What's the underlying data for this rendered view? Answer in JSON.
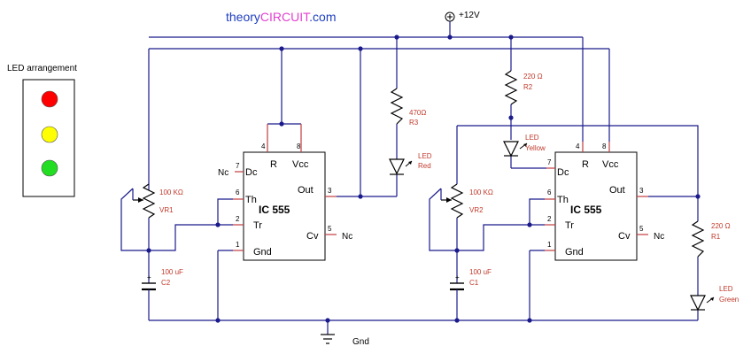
{
  "title": {
    "prefix": "theory",
    "highlight": "CIRCUIT",
    "suffix": ".com"
  },
  "supply_label": "+12V",
  "ground_label": "Gnd",
  "legend": {
    "title": "LED arrangement",
    "lights": [
      {
        "name": "red",
        "color": "#ff0000"
      },
      {
        "name": "yellow",
        "color": "#ffff00"
      },
      {
        "name": "green",
        "color": "#22dd22"
      }
    ]
  },
  "ic_left": {
    "name": "IC 555",
    "pins": {
      "reset": "R",
      "vcc": "Vcc",
      "dc": "Dc",
      "th": "Th",
      "tr": "Tr",
      "out": "Out",
      "cv": "Cv",
      "gnd": "Gnd"
    },
    "pin_numbers": {
      "n4": "4",
      "n8": "8",
      "n7": "7",
      "n6": "6",
      "n2": "2",
      "n1": "1",
      "n3": "3",
      "n5": "5"
    },
    "nc_dc": "Nc",
    "nc_cv": "Nc"
  },
  "ic_right": {
    "name": "IC 555",
    "pins": {
      "reset": "R",
      "vcc": "Vcc",
      "dc": "Dc",
      "th": "Th",
      "tr": "Tr",
      "out": "Out",
      "cv": "Cv",
      "gnd": "Gnd"
    },
    "pin_numbers": {
      "n4": "4",
      "n8": "8",
      "n7": "7",
      "n6": "6",
      "n2": "2",
      "n1": "1",
      "n3": "3",
      "n5": "5"
    },
    "nc_cv": "Nc"
  },
  "components": {
    "vr1": {
      "value": "100 KΩ",
      "ref": "VR1"
    },
    "c2": {
      "value": "100 uF",
      "ref": "C2"
    },
    "r3": {
      "value": "470Ω",
      "ref": "R3"
    },
    "led_red": {
      "value": "LED",
      "ref": "Red"
    },
    "r2": {
      "value": "220 Ω",
      "ref": "R2"
    },
    "led_yellow": {
      "value": "LED",
      "ref": "Yellow"
    },
    "vr2": {
      "value": "100 KΩ",
      "ref": "VR2"
    },
    "c1": {
      "value": "100 uF",
      "ref": "C1"
    },
    "r1": {
      "value": "220 Ω",
      "ref": "R1"
    },
    "led_green": {
      "value": "LED",
      "ref": "Green"
    }
  }
}
